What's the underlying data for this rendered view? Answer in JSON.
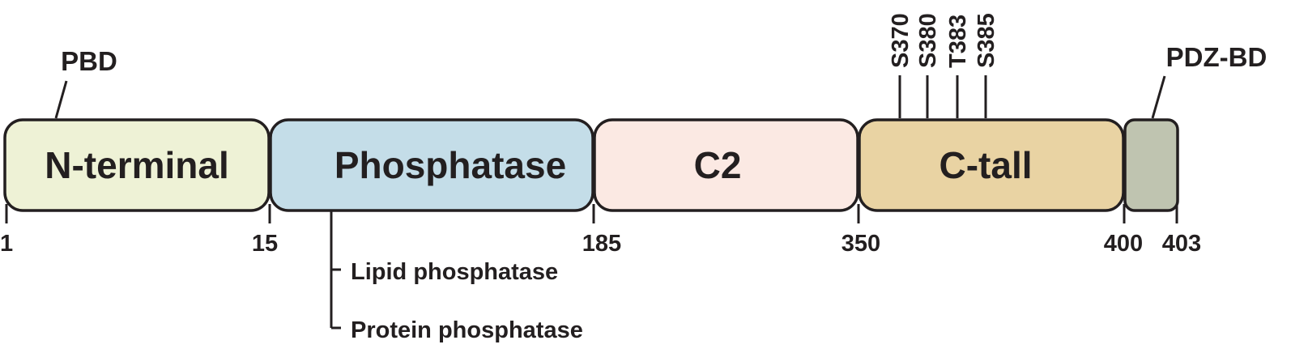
{
  "domains": [
    {
      "id": "n-terminal",
      "label": "N-terminal",
      "color": "#eef2d6"
    },
    {
      "id": "phosphatase",
      "label": "Phosphatase",
      "color": "#c4dde8"
    },
    {
      "id": "c2",
      "label": "C2",
      "color": "#fbe9e3"
    },
    {
      "id": "c-tail",
      "label": "C-tall",
      "color": "#e9d3a3"
    },
    {
      "id": "pdz-bd-domain",
      "label": "",
      "color": "#bfc4b0"
    }
  ],
  "positions": [
    "1",
    "15",
    "185",
    "350",
    "400",
    "403"
  ],
  "motifs": {
    "pbd": "PBD",
    "pdz_bd": "PDZ-BD"
  },
  "phospho_sites": [
    "S370",
    "S380",
    "T383",
    "S385"
  ],
  "phosphatase_functions": [
    "Lipid phosphatase",
    "Protein phosphatase"
  ],
  "colors": {
    "outline": "#231f20",
    "background": "#ffffff"
  }
}
